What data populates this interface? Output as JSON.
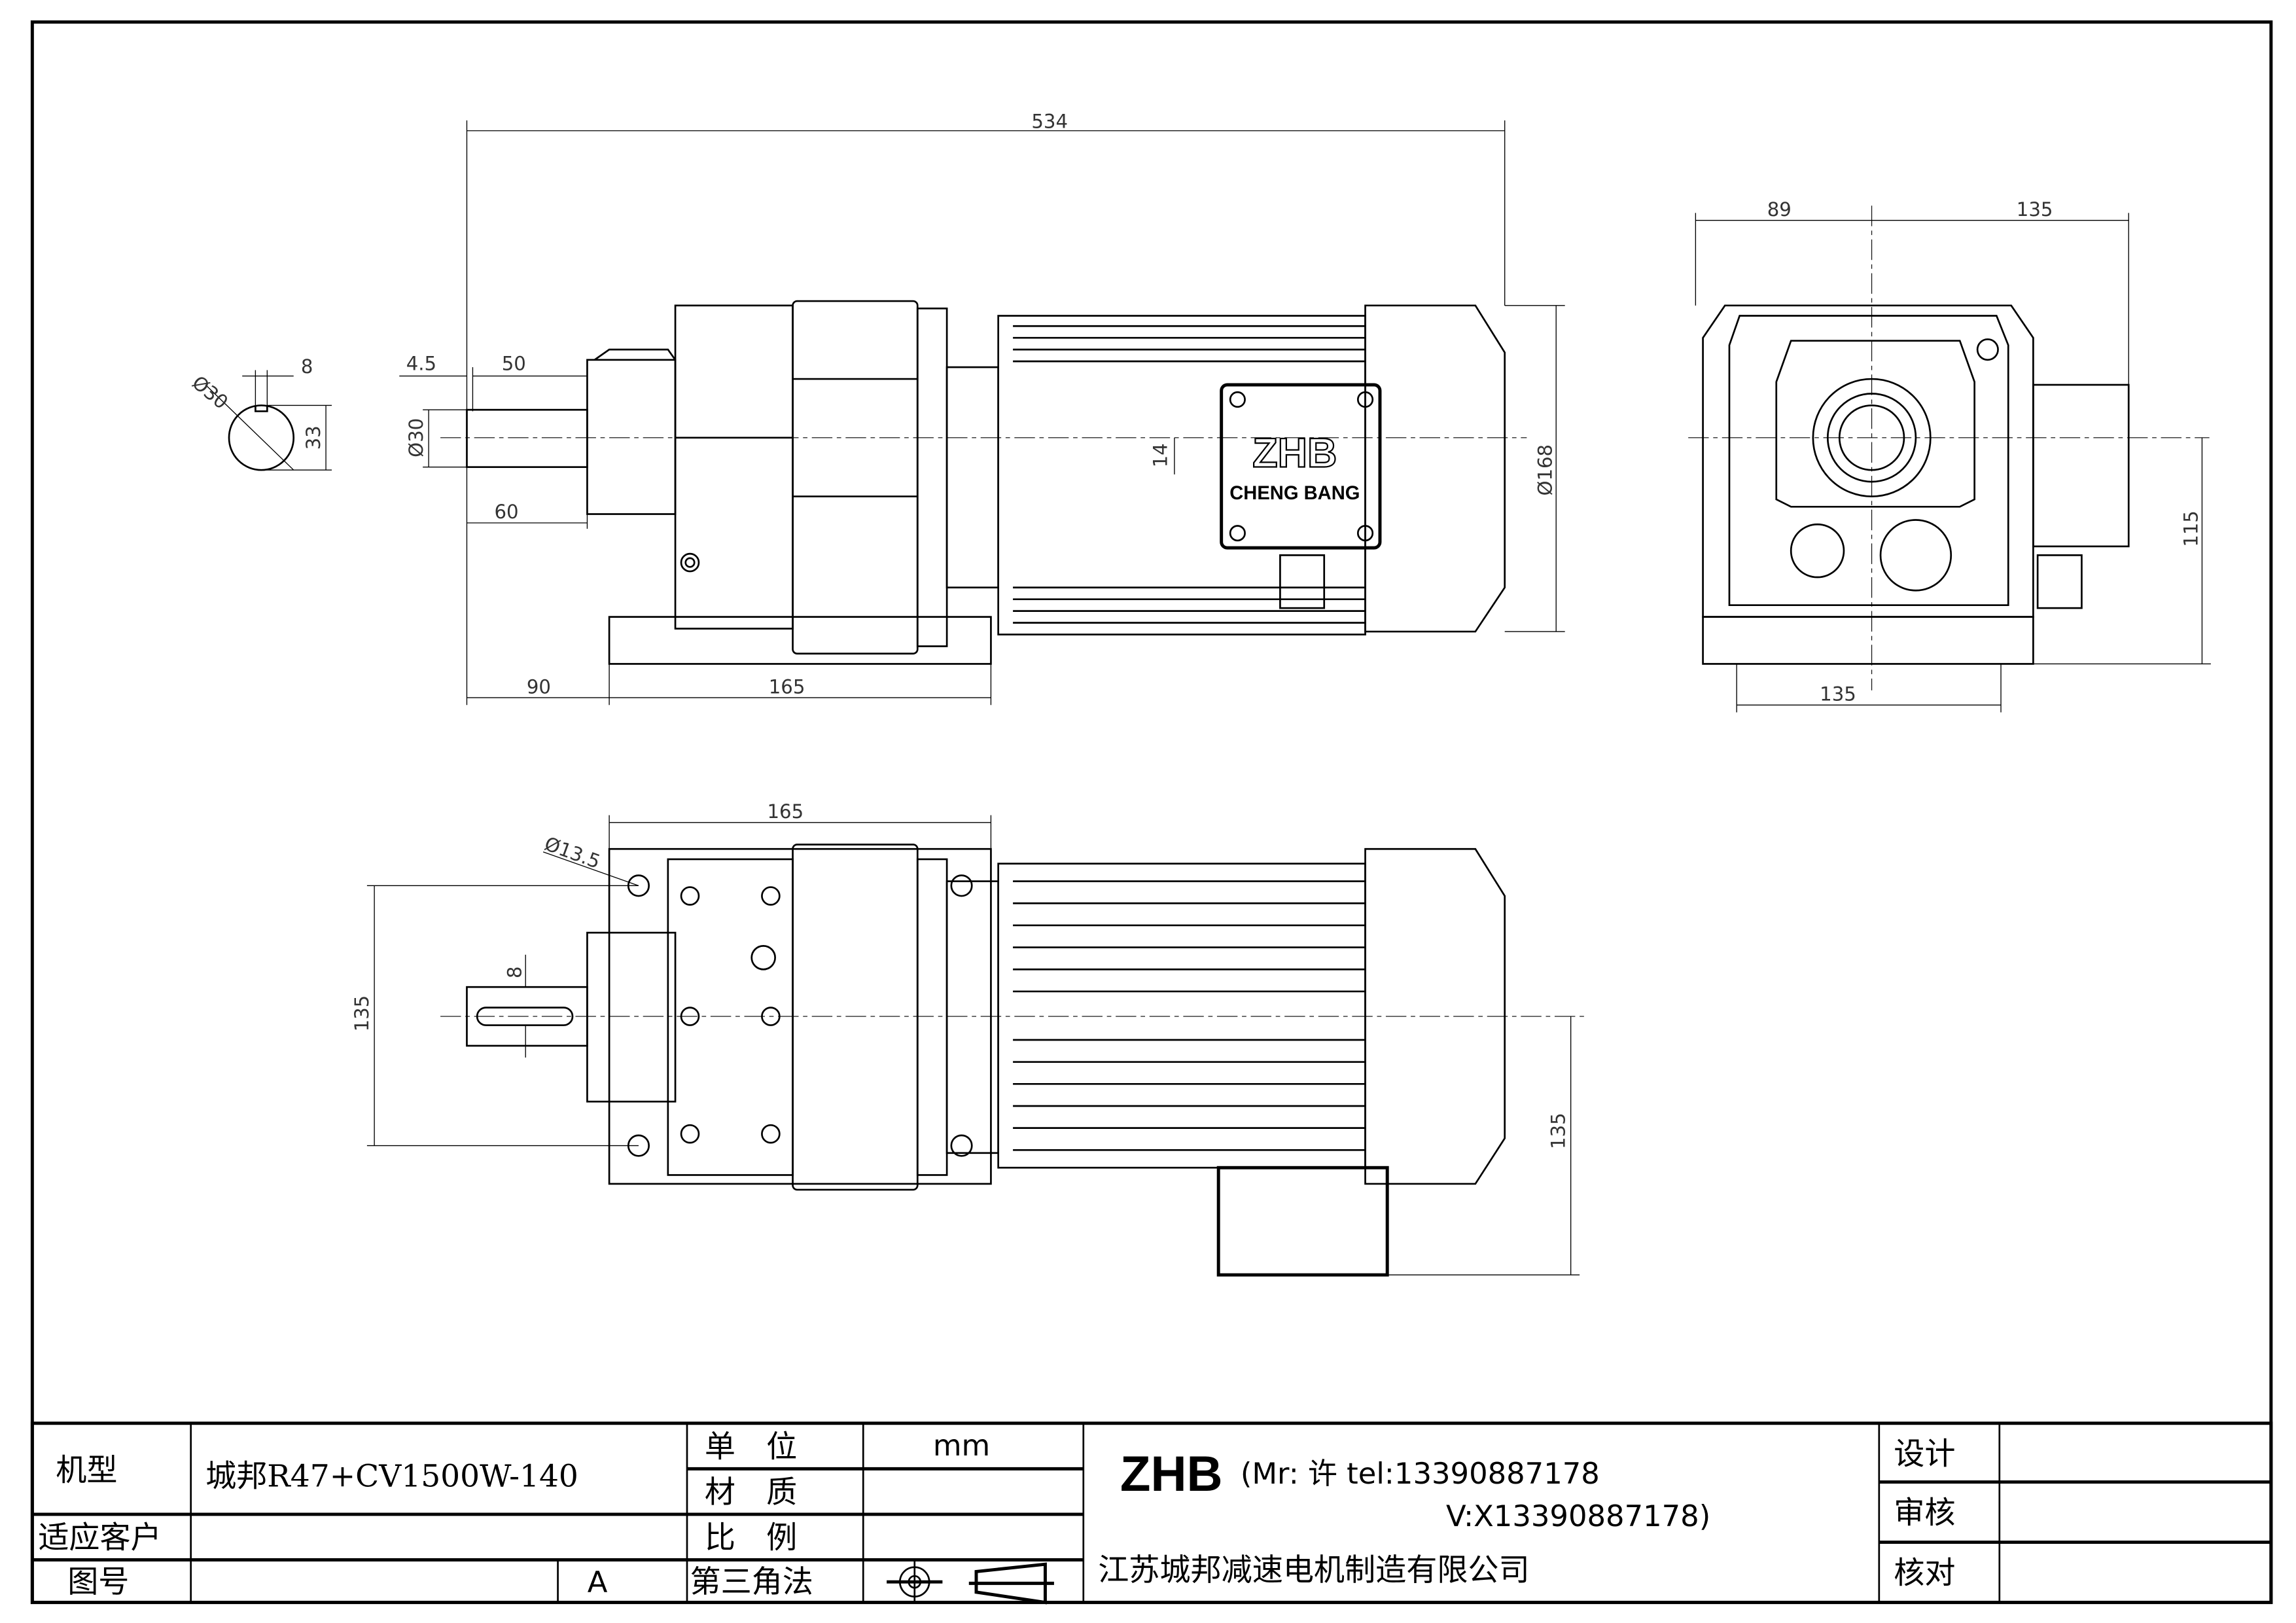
{
  "drawing": {
    "front_view": {
      "dim_overall_length": "534",
      "dim_shaft_step": "4.5",
      "dim_shaft_length": "50",
      "dim_shaft_diameter": "Ø30",
      "dim_shaft_full": "60",
      "dim_foot_offset": "90",
      "dim_foot_spacing": "165",
      "dim_box": "14",
      "dim_motor_diameter": "Ø168",
      "nameplate_brand": "ZHB",
      "nameplate_name": "CHENG BANG"
    },
    "shaft_section": {
      "dim_key_width": "8",
      "dim_diameter": "Ø30",
      "dim_key_height": "33"
    },
    "side_view": {
      "dim_left": "89",
      "dim_right": "135",
      "dim_height": "115",
      "dim_foot": "135"
    },
    "plan_view": {
      "dim_foot_spacing": "165",
      "dim_hole": "Ø13.5",
      "dim_key": "8",
      "dim_foot_width": "135",
      "dim_box_offset": "135"
    }
  },
  "title_block": {
    "model_label": "机型",
    "model_value": "城邦R47+CV1500W-140",
    "customer_label": "适应客户",
    "customer_value": "",
    "drawing_no_label": "图号",
    "drawing_no_value": "",
    "revision": "A",
    "unit_label": "单　位",
    "unit_value": "mm",
    "material_label": "材　质",
    "material_value": "",
    "scale_label": "比　例",
    "scale_value": "",
    "projection_label": "第三角法",
    "brand": "ZHB",
    "contact_line1": "(Mr: 许 tel:13390887178",
    "contact_line2": "V:X13390887178)",
    "company": "江苏城邦减速电机制造有限公司",
    "design_label": "设计",
    "review_label": "审核",
    "check_label": "核对"
  }
}
